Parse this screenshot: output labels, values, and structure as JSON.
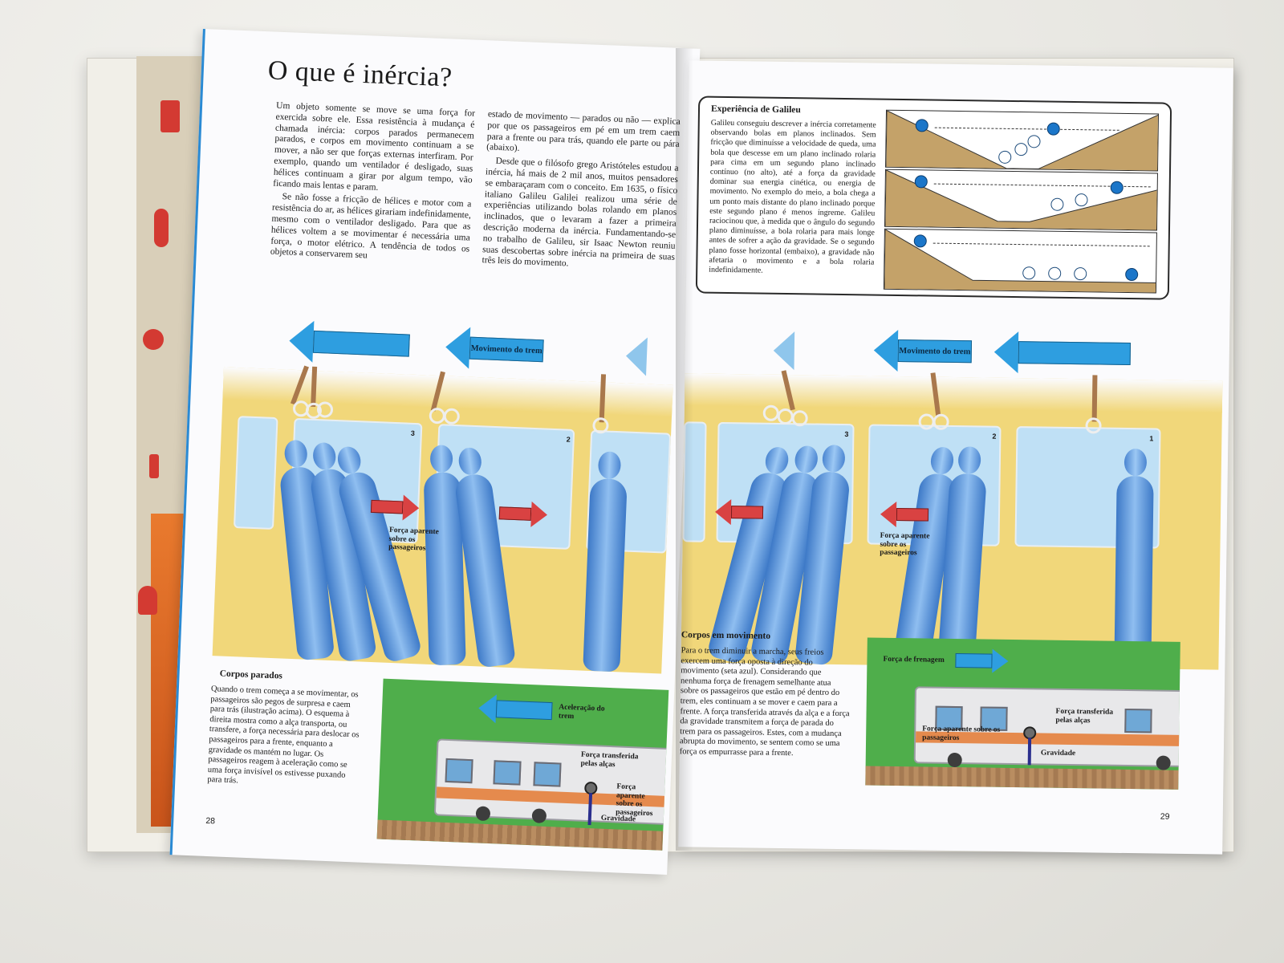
{
  "left_page": {
    "title": "O que é inércia?",
    "col1": [
      "Um objeto somente se move se uma força for exercida sobre ele. Essa resistência à mudança é chamada inércia: corpos parados permanecem parados, e corpos em movimento continuam a se mover, a não ser que forças externas interfiram. Por exemplo, quando um ventilador é desligado, suas hélices continuam a girar por algum tempo, vão ficando mais lentas e param.",
      "Se não fosse a fricção de hélices e motor com a resistência do ar, as hélices girariam indefinidamente, mesmo com o ventilador desligado. Para que as hélices voltem a se movimentar é necessária uma força, o motor elétrico. A tendência de todos os objetos a conservarem seu"
    ],
    "col2": [
      "estado de movimento — parados ou não — explica por que os passageiros em pé em um trem caem para a frente ou para trás, quando ele parte ou pára (abaixo).",
      "Desde que o filósofo grego Aristóteles estudou a inércia, há mais de 2 mil anos, muitos pensadores se embaraçaram com o conceito. Em 1635, o físico italiano Galileu Galilei realizou uma série de experiências utilizando bolas rolando em planos inclinados, que o levaram a fazer a primeira descrição moderna da inércia. Fundamentando-se no trabalho de Galileu, sir Isaac Newton reuniu suas descobertas sobre inércia na primeira de suas três leis do movimento."
    ],
    "arrow_label": "Movimento do trem",
    "force_label": "Força aparente sobre os passageiros",
    "numbers": [
      "3",
      "2"
    ],
    "caption_title": "Corpos parados",
    "caption": "Quando o trem começa a se movimentar, os passageiros são pegos de surpresa e caem para trás (ilustração acima). O esquema à direita mostra como a alça transporta, ou transfere, a força necessária para deslocar os passageiros para a frente, enquanto a gravidade os mantém no lugar. Os passageiros reagem à aceleração como se uma força invisível os estivesse puxando para trás.",
    "train_labels": {
      "acceleration": "Aceleração do trem",
      "strap_force": "Força transferida pelas alças",
      "apparent": "Força aparente sobre os passageiros",
      "gravity": "Gravidade"
    },
    "page_number": "28"
  },
  "right_page": {
    "galileo": {
      "title": "Experiência de Galileu",
      "text": "Galileu conseguiu descrever a inércia corretamente observando bolas em planos inclinados. Sem fricção que diminuísse a velocidade de queda, uma bola que descesse em um plano inclinado rolaria para cima em um segundo plano inclinado contínuo (no alto), até a força da gravidade dominar sua energia cinética, ou energia de movimento. No exemplo do meio, a bola chega a um ponto mais distante do plano inclinado porque este segundo plano é menos íngreme. Galileu raciocinou que, à medida que o ângulo do segundo plano diminuísse, a bola rolaria para mais longe antes de sofrer a ação da gravidade. Se o segundo plano fosse horizontal (embaixo), a gravidade não afetaria o movimento e a bola rolaria indefinidamente."
    },
    "arrow_label": "Movimento do trem",
    "force_label": "Força aparente sobre os passageiros",
    "numbers": [
      "3",
      "2",
      "1"
    ],
    "caption_title": "Corpos em movimento",
    "caption": "Para o trem diminuir a marcha, seus freios exercem uma força oposta à direção do movimento (seta azul). Considerando que nenhuma força de frenagem semelhante atua sobre os passageiros que estão em pé dentro do trem, eles continuam a se mover e caem para a frente. A força transferida através da alça e a força da gravidade transmitem a força de parada do trem para os passageiros. Estes, com a mudança abrupta do movimento, se sentem como se uma força os empurrasse para a frente.",
    "train_labels": {
      "braking": "Força de frenagem",
      "strap_force": "Força transferida pelas alças",
      "apparent": "Força aparente sobre os passageiros",
      "gravity": "Gravidade"
    },
    "page_number": "29"
  },
  "colors": {
    "blue_arrow": "#2e9ee0",
    "red_arrow": "#d94242",
    "figure_blue": "#5a96dc",
    "wall_yellow": "#f1d77a",
    "grass_green": "#4fae4b",
    "train_stripe": "#e58a4d"
  }
}
